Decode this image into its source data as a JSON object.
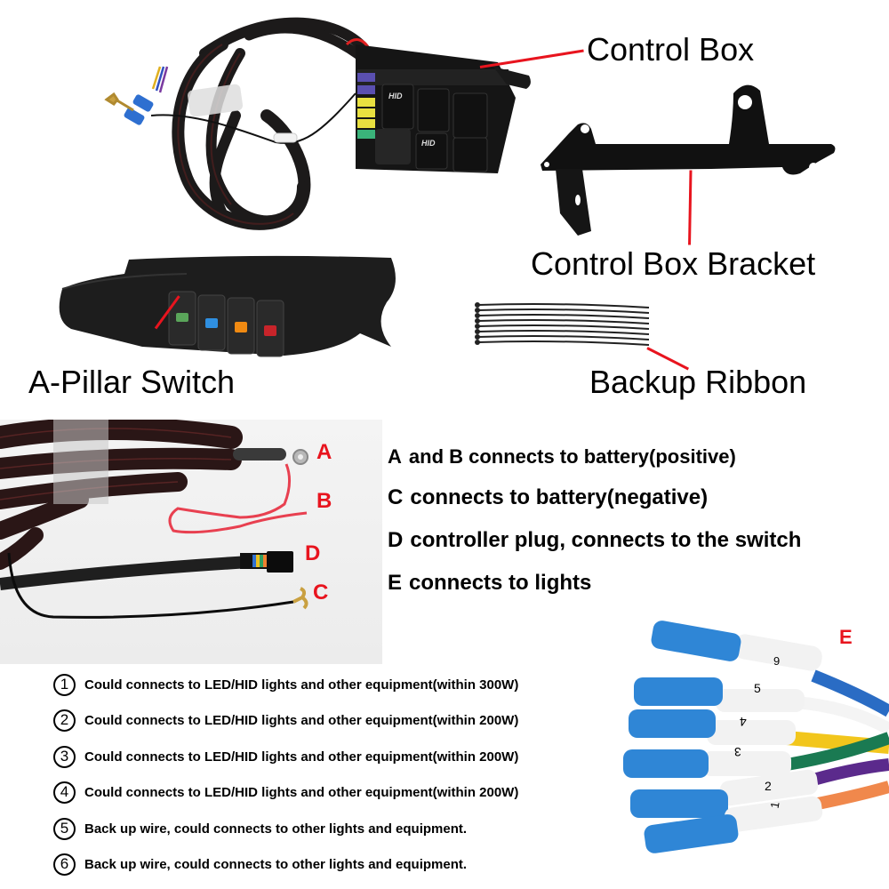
{
  "callouts": {
    "control_box": "Control Box",
    "control_box_bracket": "Control Box Bracket",
    "a_pillar_switch": "A-Pillar Switch",
    "backup_ribbon": "Backup Ribbon"
  },
  "control_box_relays": {
    "relay_1": "HID",
    "relay_2": "HID"
  },
  "wire_photo_letters": {
    "a": "A",
    "b": "B",
    "c": "C",
    "d": "D",
    "e": "E"
  },
  "connections_legend": [
    {
      "key": "A",
      "text": "and B  connects to battery(positive)"
    },
    {
      "key": "C",
      "text": "connects to battery(negative)"
    },
    {
      "key": "D",
      "text": "controller plug, connects to the switch"
    },
    {
      "key": "E",
      "text": "connects to lights"
    }
  ],
  "output_wires": [
    {
      "number": "1",
      "text": "Could connects to LED/HID lights and other equipment(within 300W)"
    },
    {
      "number": "2",
      "text": "Could connects to LED/HID lights and other equipment(within 200W)"
    },
    {
      "number": "3",
      "text": "Could connects to LED/HID lights and other equipment(within 200W)"
    },
    {
      "number": "4",
      "text": "Could connects to LED/HID lights and other equipment(within 200W)"
    },
    {
      "number": "5",
      "text": "Back up wire, could connects to other lights and equipment."
    },
    {
      "number": "6",
      "text": "Back up wire, could connects to other lights and equipment."
    }
  ],
  "terminal_numbers": [
    "6",
    "5",
    "4",
    "3",
    "2",
    "1"
  ],
  "colors": {
    "accent_red": "#e8141e",
    "terminal_blue": "#2f86d6",
    "switch_green": "#5aa55a",
    "switch_blue": "#2f8fe0",
    "switch_orange": "#f08a12",
    "switch_red": "#c8242a",
    "wire_yellow": "#f2c61c",
    "wire_green": "#1a7a52",
    "wire_purple": "#5b2a8c",
    "wire_orange": "#f0884c"
  }
}
